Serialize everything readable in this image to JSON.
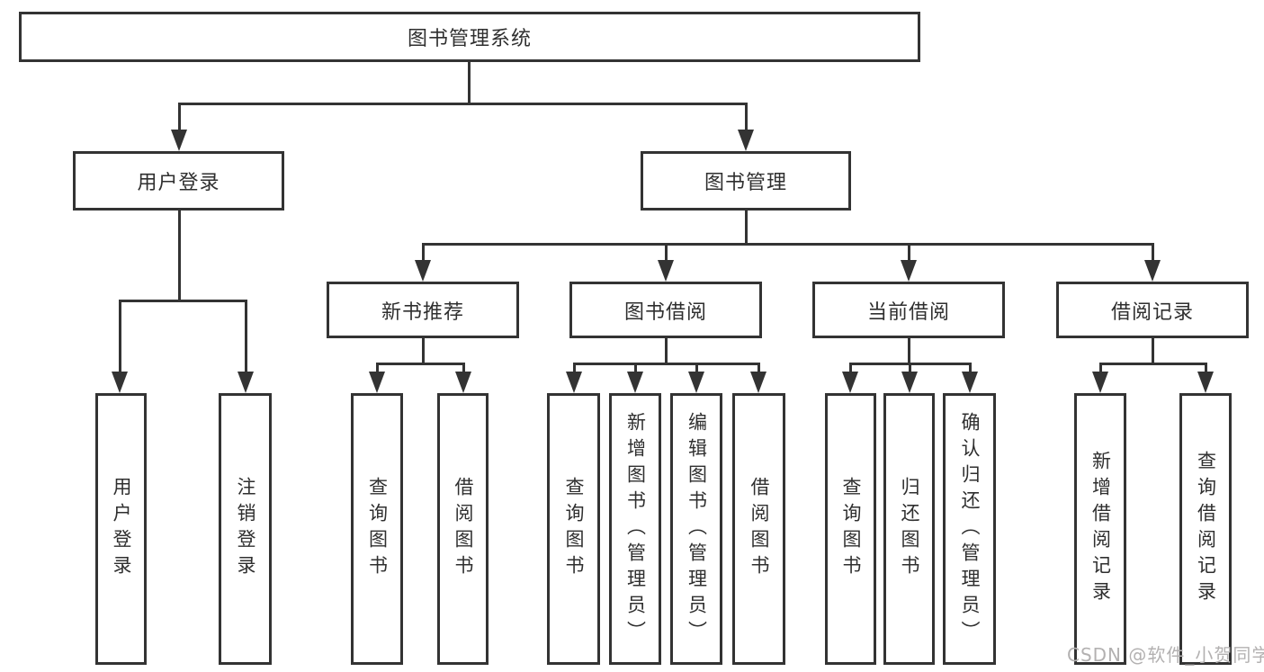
{
  "tree": {
    "root": "图书管理系统",
    "user_login": {
      "label": "用户登录",
      "children": [
        "用户登录",
        "注销登录"
      ]
    },
    "book_mgmt": {
      "label": "图书管理"
    },
    "new_books": {
      "label": "新书推荐",
      "children": [
        "查询图书",
        "借阅图书"
      ]
    },
    "borrow": {
      "label": "图书借阅",
      "children": [
        "查询图书",
        "新增图书（管理员）",
        "编辑图书（管理员）",
        "借阅图书"
      ]
    },
    "current": {
      "label": "当前借阅",
      "children": [
        "查询图书",
        "归还图书",
        "确认归还（管理员）"
      ]
    },
    "records": {
      "label": "借阅记录",
      "children": [
        "新增借阅记录",
        "查询借阅记录"
      ]
    },
    "watermark": "CSDN @软件_小贺同学",
    "colors": {
      "line": "#333333",
      "text": "#2f2f2f",
      "watermark": "#b3b1b1",
      "background": "#ffffff"
    }
  }
}
